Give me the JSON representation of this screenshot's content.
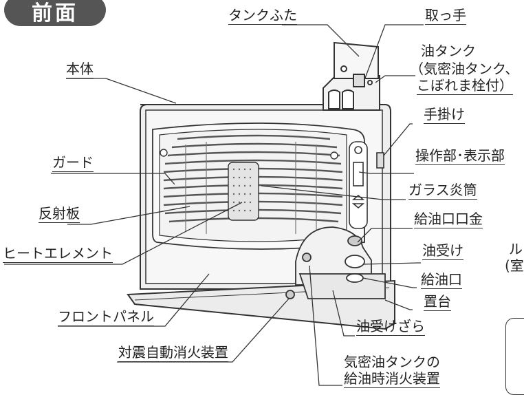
{
  "badge": "前面",
  "labels": {
    "tank_lid": "タンクふた",
    "handle": "取っ手",
    "oil_tank_1": "油タンク",
    "oil_tank_2": "（気密油タンク、",
    "oil_tank_3": "こぼれま栓付）",
    "body": "本体",
    "hand_grip": "手掛け",
    "guard": "ガード",
    "control": "操作部･表示部",
    "glass_chimney": "ガラス炎筒",
    "reflector": "反射板",
    "filler_cap": "給油口口金",
    "oil_receiver": "油受け",
    "heat_element": "ヒートエレメント",
    "filler_port": "給油口",
    "base": "置台",
    "front_panel": "フロントパネル",
    "oil_tray": "油受けざら",
    "quake_device": "対震自動消火装置",
    "airtight_1": "気密油タンクの",
    "airtight_2": "給油時消火装置",
    "cut_right_1": "ル",
    "cut_right_2": "(室"
  },
  "colors": {
    "badge_bg": "#555555",
    "line": "#333333",
    "panel": "#f2f2f2"
  }
}
